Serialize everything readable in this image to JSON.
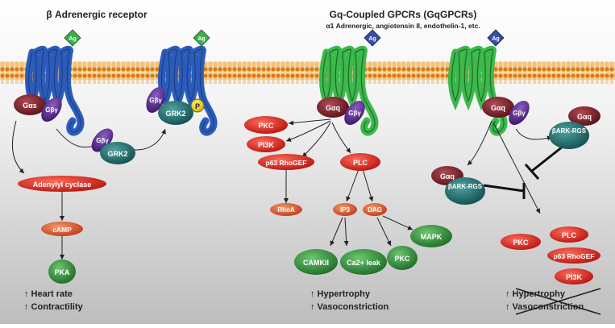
{
  "headings": {
    "beta_title": "β Adrenergic receptor",
    "gq_title": "Gq-Coupled GPCRs (GqGPCRs)",
    "gq_subtitle": "α1 Adrenergic, angiotensin II, endothelin-1, etc."
  },
  "ligand_label": "Ag",
  "phospho_label": "P",
  "g_proteins": {
    "galpha_s": "Gαs",
    "gbeta_gamma": "Gβγ",
    "galpha_q": "Gαq"
  },
  "effectors": {
    "grk2": "GRK2",
    "adenylyl_cyclase": "Adenylyl cyclase",
    "camp": "cAMP",
    "pka": "PKA",
    "pkc": "PKC",
    "pi3k": "PI3K",
    "p63_rhogef": "p63 RhoGEF",
    "plc": "PLC",
    "rhoa": "RhoA",
    "ip3": "IP3",
    "dag": "DAG",
    "mapk": "MAPK",
    "camkii": "CAMKII",
    "ca_leak": "Ca2+ leak",
    "bark_rgs": "βARK-RGS"
  },
  "outcomes": {
    "beta": [
      "↑ Heart rate",
      "↑ Contractility"
    ],
    "gq": [
      "↑ Hypertrophy",
      "↑ Vasoconstriction"
    ],
    "blocked": [
      "↑ Hypertrophy",
      "↑ Vasoconstriction"
    ]
  },
  "colors": {
    "membrane_head": "#d97b1a",
    "membrane_band": "#f3c77e",
    "beta_receptor": "#2c5cb8",
    "gq_receptor": "#3cb84c",
    "red_node": "#d42323",
    "green_node": "#2f8a3a",
    "teal_node": "#1f6b6b",
    "maroon_node": "#7a1f2a",
    "purple_node": "#5a2f8c",
    "ligand_green": "#3fae4a",
    "ligand_blue": "#3a4ea8",
    "phospho_yellow": "#f2d31b"
  }
}
